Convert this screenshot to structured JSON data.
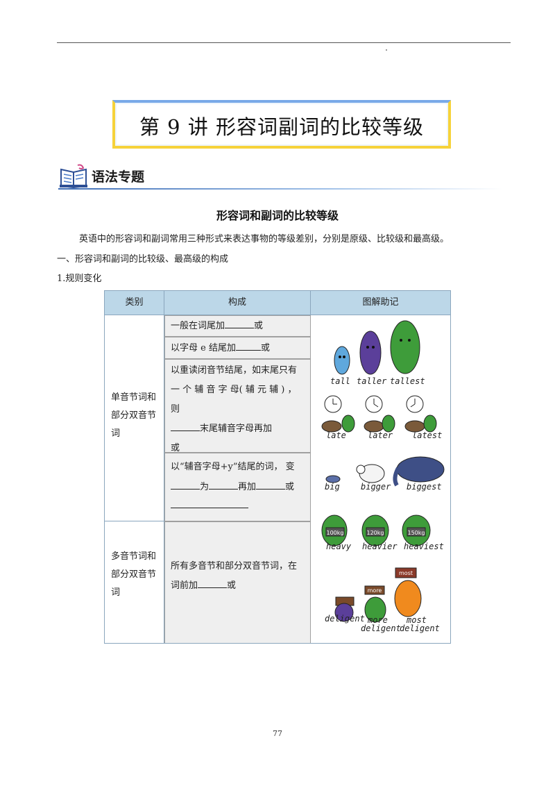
{
  "header": {
    "chapter_title": "第 9 讲  形容词副词的比较等级",
    "section_label": "语法专题"
  },
  "heading": "形容词和副词的比较等级",
  "intro": "英语中的形容词和副词常用三种形式来表达事物的等级差别，分别是原级、比较级和最高级。",
  "subheading1": "一、形容词和副词的比较级、最高级的构成",
  "subheading2": "1.规则变化",
  "table": {
    "headers": [
      "类别",
      "构成",
      "图解助记"
    ],
    "categories": [
      {
        "lines": [
          "单音节词和",
          "部分双音节",
          "词"
        ]
      },
      {
        "lines": [
          "多音节词和",
          "部分双音节",
          "词"
        ]
      }
    ],
    "rules": {
      "r1": {
        "pre": "一般在词尾加",
        "post": "或"
      },
      "r2": {
        "pre": "以字母  e 结尾加",
        "post": "或"
      },
      "r3": {
        "l1": "以重读闭音节结尾，如末尾只有",
        "l2": "一 个 辅 音 字 母( 辅 元 辅 ) ，",
        "l3": "则",
        "l4": "末尾辅音字母再加",
        "l5": "或"
      },
      "r4": {
        "l1": "以“辅音字母+y”结尾的词，  变",
        "p1": "为",
        "p2": "再加",
        "p3": "或"
      },
      "r5": {
        "l1": "所有多音节和部分双音节词，在",
        "l2": "词前加",
        "l2post": "或"
      }
    },
    "illustrations": {
      "row1": [
        "tall",
        "taller",
        "tallest"
      ],
      "row2": [
        "late",
        "later",
        "latest"
      ],
      "row3": [
        "big",
        "bigger",
        "biggest"
      ],
      "row4": [
        "heavy",
        "heavier",
        "heaviest"
      ],
      "row5a": [
        "deligent",
        "more",
        "most"
      ],
      "row5b": [
        "deligent",
        "deligent"
      ],
      "weight_labels": [
        "100kg",
        "120kg",
        "150kg"
      ],
      "box_labels": [
        "more",
        "most"
      ]
    }
  },
  "page_number": "77",
  "colors": {
    "title_border_top": "#79a9e8",
    "title_border": "#f6d23a",
    "table_header": "#bcd7e8",
    "rule_bg": "#efefef"
  }
}
